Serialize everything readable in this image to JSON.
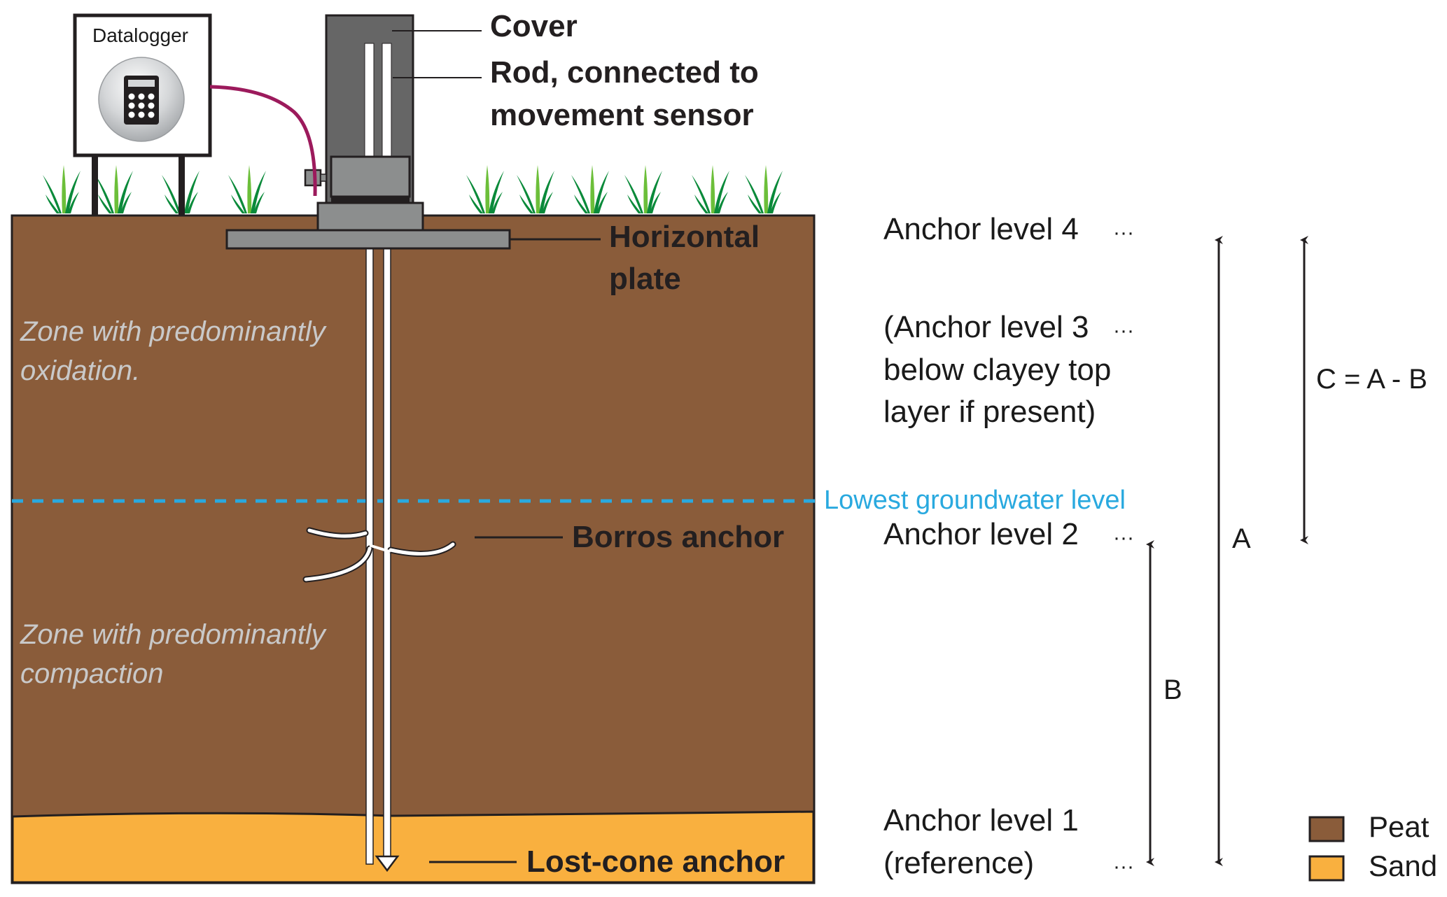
{
  "diagram": {
    "colors": {
      "peat": "#8a5c3a",
      "sand": "#f9b03f",
      "groundwater": "#29a9df",
      "cable": "#9c1a5c",
      "device_dark": "#666666",
      "device_light": "#8c8e8e",
      "grass_dark": "#0a8a3a",
      "grass_light": "#6cbf3a"
    },
    "device_labels": {
      "datalogger": "Datalogger",
      "cover": "Cover",
      "rod_line1": "Rod, connected to",
      "rod_line2": "movement sensor",
      "plate_line1": "Horizontal",
      "plate_line2": "plate",
      "borros": "Borros anchor",
      "lost_cone": "Lost-cone anchor"
    },
    "zones": {
      "oxidation_line1": "Zone with predominantly",
      "oxidation_line2": "oxidation.",
      "compaction_line1": "Zone with predominantly",
      "compaction_line2": "compaction"
    },
    "groundwater_label": "Lowest groundwater level",
    "anchor_levels": {
      "level4": "Anchor level 4",
      "level3_line1": "(Anchor level 3",
      "level3_line2": "below clayey top",
      "level3_line3": "layer if present)",
      "level2": "Anchor level 2",
      "level1_line1": "Anchor level 1",
      "level1_line2": "(reference)",
      "ellipsis": "···"
    },
    "measures": {
      "A": "A",
      "B": "B",
      "C": "C = A - B"
    },
    "legend": [
      {
        "label": "Peat",
        "color": "#8a5c3a"
      },
      {
        "label": "Sand",
        "color": "#f9b03f"
      }
    ]
  }
}
